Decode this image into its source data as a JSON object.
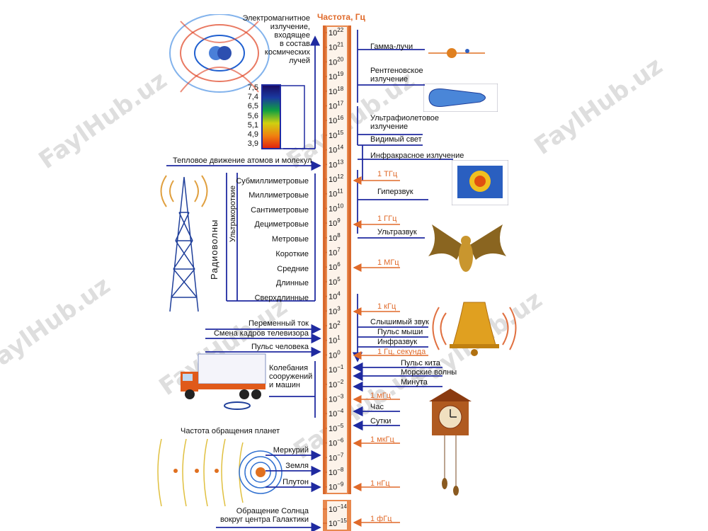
{
  "title": "Частота, Гц",
  "colors": {
    "scale": "#e8884e",
    "scale_dark": "#d9692d",
    "blue": "#1f2aa0",
    "orange": "#e06a2a"
  },
  "scale_exponents": [
    "22",
    "21",
    "20",
    "19",
    "18",
    "17",
    "16",
    "15",
    "14",
    "13",
    "12",
    "11",
    "10",
    "9",
    "8",
    "7",
    "6",
    "5",
    "4",
    "3",
    "2",
    "1",
    "0",
    "−1",
    "−2",
    "−3",
    "−4",
    "−5",
    "−6",
    "−7",
    "−8",
    "−9"
  ],
  "scale_bottom_exponents": [
    "−14",
    "−15"
  ],
  "left_top": {
    "cosmic": [
      "Электромагнитное",
      "излучение,",
      "входящее",
      "в состав",
      "космических",
      "лучей"
    ]
  },
  "temp_legend": [
    "7,5",
    "7,4",
    "6,5",
    "5,6",
    "5,1",
    "4,9",
    "3,9"
  ],
  "left_labels": {
    "thermal": "Тепловое движение атомов и молекул",
    "ac": "Переменный ток",
    "tv": "Смена кадров телевизора",
    "pulse": "Пульс человека",
    "vibr": [
      "Колебания",
      "сооружений",
      "и машин"
    ],
    "planets_title": "Частота обращения планет",
    "mercury": "Меркурий",
    "earth": "Земля",
    "pluto": "Плутон",
    "galaxy": [
      "Обращение Солнца",
      "вокруг центра Галактики"
    ]
  },
  "radio": {
    "group": "Радиоволны",
    "subgroup": "Ультракороткие",
    "bands": [
      "Субмиллиметровые",
      "Миллиметровые",
      "Сантиметровые",
      "Дециметровые",
      "Метровые",
      "Короткие",
      "Средние",
      "Длинные",
      "Сверхдлинные"
    ]
  },
  "right_labels": {
    "gamma": "Гамма-лучи",
    "xray": [
      "Рентгеновское",
      "излучение"
    ],
    "uv": [
      "Ультрафиолетовое",
      "излучение"
    ],
    "visible": "Видимый свет",
    "ir": "Инфракрасное излучение",
    "thz": "1 ТГц",
    "hypersound": "Гиперзвук",
    "ghz": "1 ГГц",
    "ultrasound": "Ультразвук",
    "mhz": "1 МГц",
    "khz": "1 кГц",
    "audible": "Слышимый звук",
    "mouse": "Пульс мыши",
    "infrasound": "Инфразвук",
    "hz": "1 Гц, секунда",
    "whale": "Пульс кита",
    "sea": "Морские волны",
    "minute": "Минута",
    "mhz_milli": "1 мГц",
    "hour": "Час",
    "day": "Сутки",
    "microhz": "1 мкГц",
    "nanohz": "1 нГц",
    "femtohz": "1 фГц"
  },
  "watermarks": [
    "FaylHub.uz",
    "FaylHub.uz",
    "FaylHub.uz",
    "FaylHub.uz",
    "FaylHub.uz",
    "FaylHub.uz",
    "FaylHub.uz"
  ]
}
